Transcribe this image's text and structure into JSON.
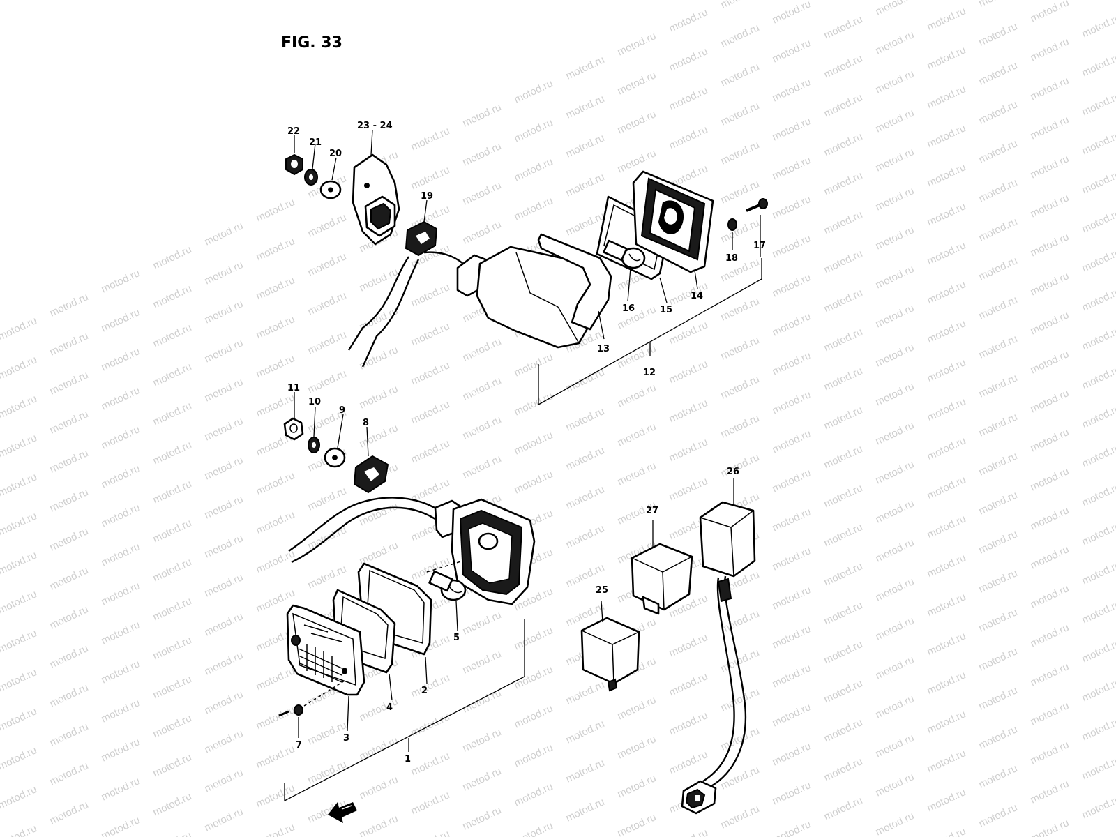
{
  "figure": {
    "title": "FIG. 33"
  },
  "watermark": {
    "text": "motod.ru"
  },
  "labels": {
    "p1": "1",
    "p2": "2",
    "p3": "3",
    "p4": "4",
    "p5": "5",
    "p7": "7",
    "p8": "8",
    "p9": "9",
    "p10": "10",
    "p11": "11",
    "p12": "12",
    "p13": "13",
    "p14": "14",
    "p15": "15",
    "p16": "16",
    "p17": "17",
    "p18": "18",
    "p19": "19",
    "p20": "20",
    "p21": "21",
    "p22": "22",
    "p23_24": "23 - 24",
    "p25": "25",
    "p26": "26",
    "p27": "27"
  }
}
